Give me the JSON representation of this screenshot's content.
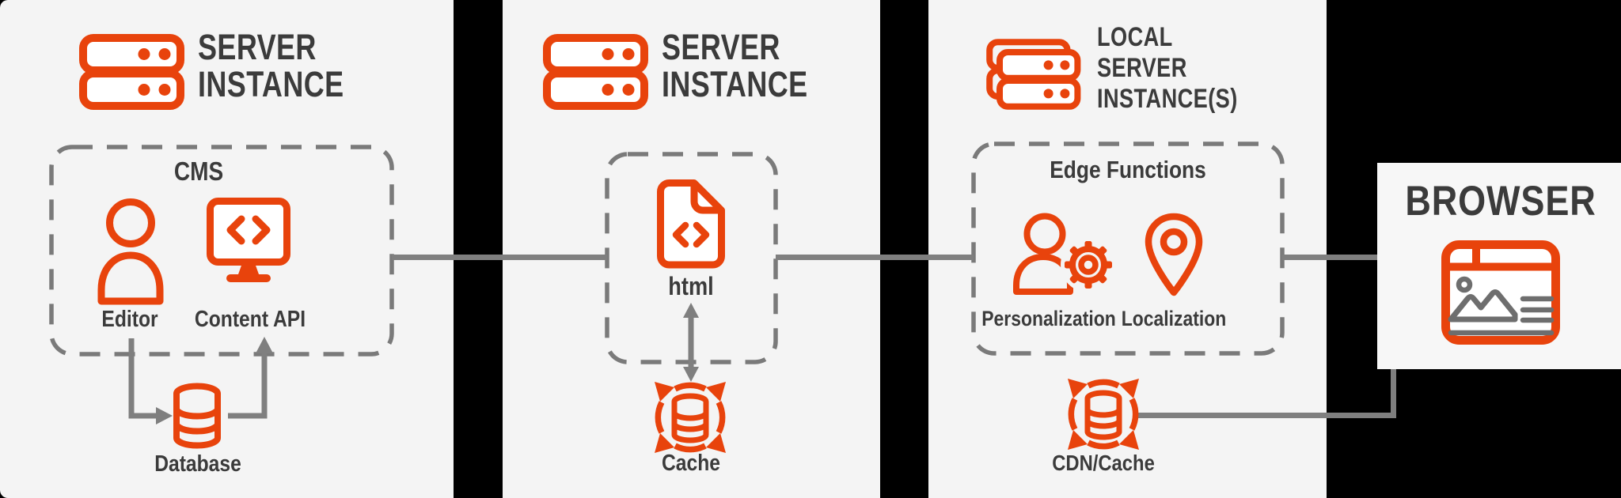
{
  "colors": {
    "accent": "#E8430C",
    "panel_bg": "#F4F4F4",
    "browser_panel_bg": "#F7F7F7",
    "text": "#3B3B3B",
    "connector_gray": "#7F7F7F",
    "dashed_border_gray": "#7A7A7A",
    "icon_detail_gray": "#6E6E6E"
  },
  "panels": [
    {
      "title_lines": [
        "SERVER",
        "INSTANCE"
      ],
      "icon": "server-stack-icon",
      "group": {
        "label": "CMS",
        "items": [
          {
            "label": "Editor",
            "icon": "person-icon"
          },
          {
            "label": "Content API",
            "icon": "monitor-code-icon"
          }
        ]
      },
      "external": {
        "label": "Database",
        "icon": "database-icon"
      }
    },
    {
      "title_lines": [
        "SERVER",
        "INSTANCE"
      ],
      "icon": "server-stack-icon",
      "group": {
        "label": "",
        "items": [
          {
            "label": "html",
            "icon": "code-file-icon"
          }
        ]
      },
      "external": {
        "label": "Cache",
        "icon": "cache-sync-icon"
      }
    },
    {
      "title_lines": [
        "LOCAL",
        "SERVER",
        "INSTANCE(S)"
      ],
      "icon": "server-stack-multi-icon",
      "group": {
        "label": "Edge Functions",
        "items": [
          {
            "label": "Personalization",
            "icon": "user-gear-icon"
          },
          {
            "label": "Localization",
            "icon": "location-pin-icon"
          }
        ]
      },
      "external": {
        "label": "CDN/Cache",
        "icon": "cdn-cache-icon"
      }
    }
  ],
  "browser": {
    "title": "BROWSER",
    "icon": "browser-window-icon"
  }
}
